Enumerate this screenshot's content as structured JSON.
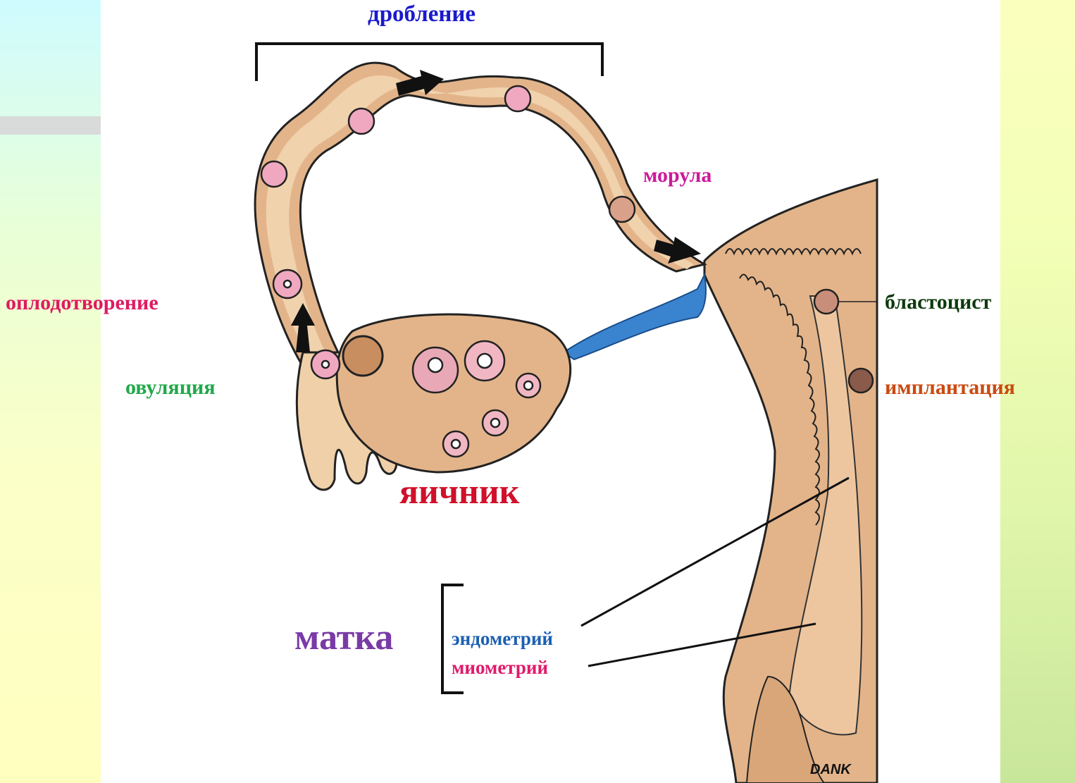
{
  "labels": {
    "cleavage": "дробление",
    "morula": "морула",
    "fertilization": "оплодотворение",
    "blastocyst": "бластоцист",
    "ovulation": "овуляция",
    "implantation_part1": "имплан",
    "implantation_part2": "тация",
    "ovary": "яичник",
    "uterus": "матка",
    "endometrium": "эндометрий",
    "myometrium": "миометрий",
    "signature": "DANK"
  },
  "colors": {
    "cleavage": "#1a1acc",
    "morula": "#cc1a99",
    "fertilization": "#e01a60",
    "blastocyst": "#0d3a0d",
    "ovulation": "#22a84a",
    "implantation": "#c94a10",
    "ovary": "#d0102a",
    "uterus": "#7a3aa6",
    "endometrium": "#1a5fb3",
    "myometrium": "#e01a6a",
    "tissue": "#e3b48a",
    "tube_lumen": "#f0d2ad",
    "ligament": "#3a84cf",
    "cell_pink": "#f0a8c0"
  }
}
